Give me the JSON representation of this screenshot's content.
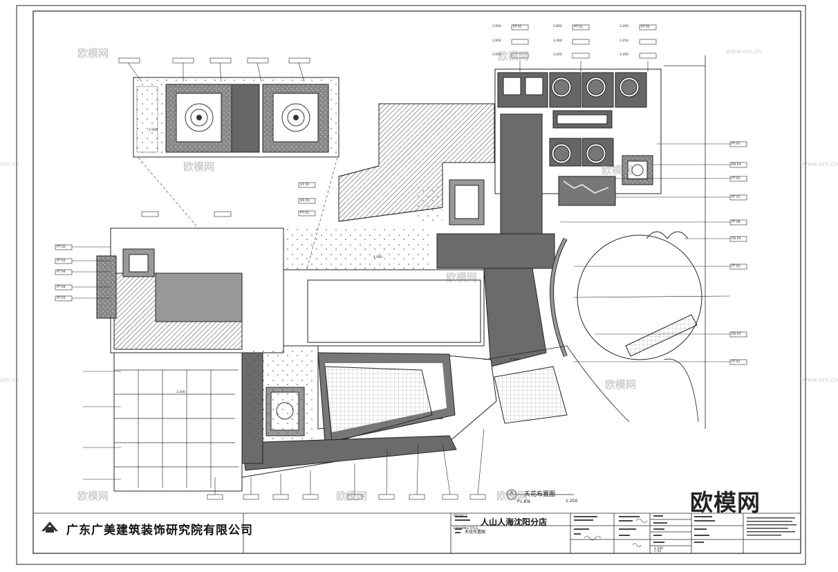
{
  "title_block": {
    "company": "广东广美建筑装饰研究院有限公司",
    "project": "人山人海沈阳分店",
    "drawing_name": "天花布置图",
    "label_project": "PROJECT",
    "label_drawing": "DRAWING TITLE",
    "scale_code": "1:200",
    "sheet_no": "C-02"
  },
  "plan": {
    "title": "天花布置图",
    "label": "PLAN",
    "scale": "1:250",
    "circle_id": "A"
  },
  "watermark": {
    "brand": "欧模网",
    "url": "www.om.cn",
    "partial_url": "om.cn"
  },
  "tags": {
    "pt_codes": [
      "PT 01",
      "PT 01",
      "PT 04",
      "DS 03",
      "PT 01",
      "PT 02",
      "PT 03",
      "PT 04",
      "GY 03",
      "DS 03",
      "PT 01",
      "PT 08",
      "PT 01",
      "DS 03",
      "PT 01",
      "PT 01",
      "PT 01",
      "PT 03",
      "DS 03",
      "PT 01"
    ],
    "elevations": [
      "3.950",
      "3.950",
      "3.950",
      "2.850",
      "3.300",
      "3.450",
      "3.200",
      "3.250",
      "3.350",
      "4.000",
      "3.200",
      "2.800",
      "2.000"
    ]
  },
  "colors": {
    "line": "#222222",
    "fill_dark": "#6b6b6b",
    "fill_mid": "#9a9a9a",
    "hatch": "#555555"
  }
}
